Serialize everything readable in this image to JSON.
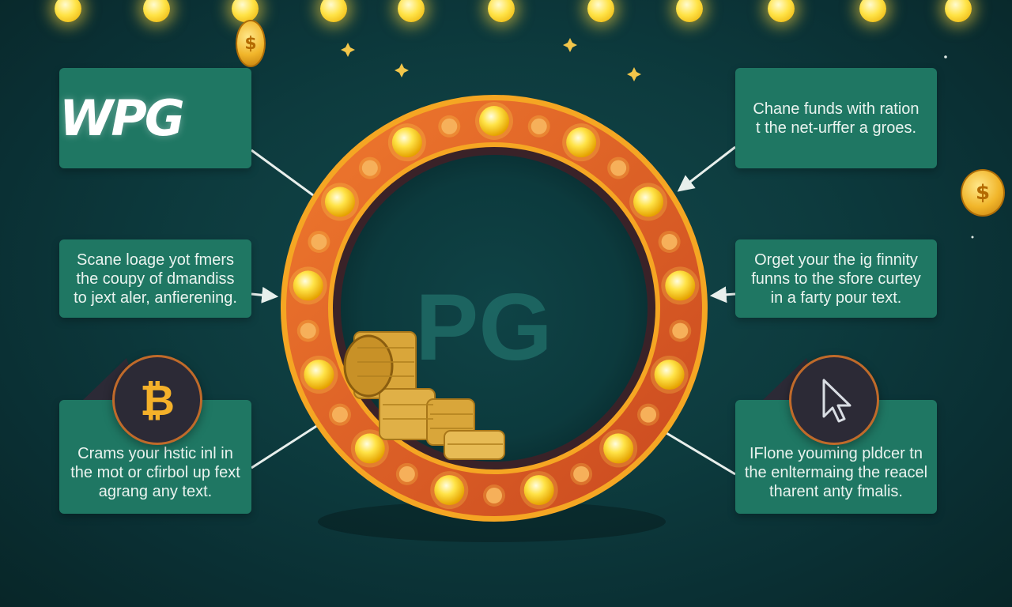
{
  "center": {
    "label": "PG"
  },
  "logo": {
    "text": "WPG"
  },
  "cards": {
    "top_left_text": "Scane loage yot fmers\nthe coupy of dmandiss\nto jext aler, anfierening.",
    "bottom_left_text": "Crams your hstic inl in\nthe mot or cfirbol up fext\nagrang any text.",
    "top_right_text": "Chane funds with ration\nt the net-urffer a groes.",
    "middle_right_text": "Orget your the ig finnity\nfunns to the sfore curtey\nin a farty pour text.",
    "bottom_right_text": "IFlone youming pldcer tn\nthe enltermaing the reacel\ntharent anty fmalis."
  },
  "icons": {
    "left_badge": "bitcoin-icon",
    "right_badge": "cursor-icon",
    "coin": "dollar-coin-icon"
  },
  "glyphs": {
    "bitcoin": "₿",
    "dollar": "$"
  },
  "colors": {
    "background": "#0d3b3e",
    "card": "#1f7763",
    "ring_outer": "#e8612a",
    "ring_inner": "#f5a623",
    "bulb": "#ffe347",
    "badge": "#2c2a36"
  }
}
